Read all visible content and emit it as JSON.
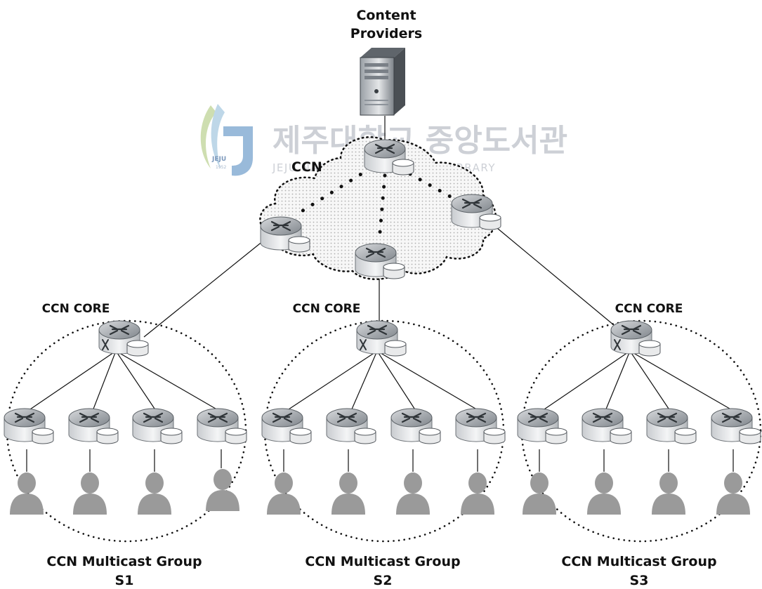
{
  "title": {
    "line1": "Content",
    "line2": "Providers"
  },
  "watermark": {
    "korean": "제주대학교 중앙도서관",
    "english": "JEJU NATIONAL UNIVERSITY LIBRARY",
    "logo_text": "JEJU",
    "logo_year": "1952"
  },
  "cloud_label": "CCN",
  "core_label": "CCN CORE",
  "groups": [
    {
      "line1": "CCN Multicast Group",
      "line2": "S1"
    },
    {
      "line1": "CCN Multicast Group",
      "line2": "S2"
    },
    {
      "line1": "CCN Multicast Group",
      "line2": "S3"
    }
  ],
  "icons": {
    "server": "server-icon",
    "router": "router-icon",
    "cache": "content-store-icon",
    "user": "user-icon"
  },
  "colors": {
    "router_top": "#b8bcc0",
    "router_body": "#e6e8ea",
    "user": "#9a9a9a",
    "cloud_fill": "#ececec",
    "watermark": "#c8ccd2"
  }
}
